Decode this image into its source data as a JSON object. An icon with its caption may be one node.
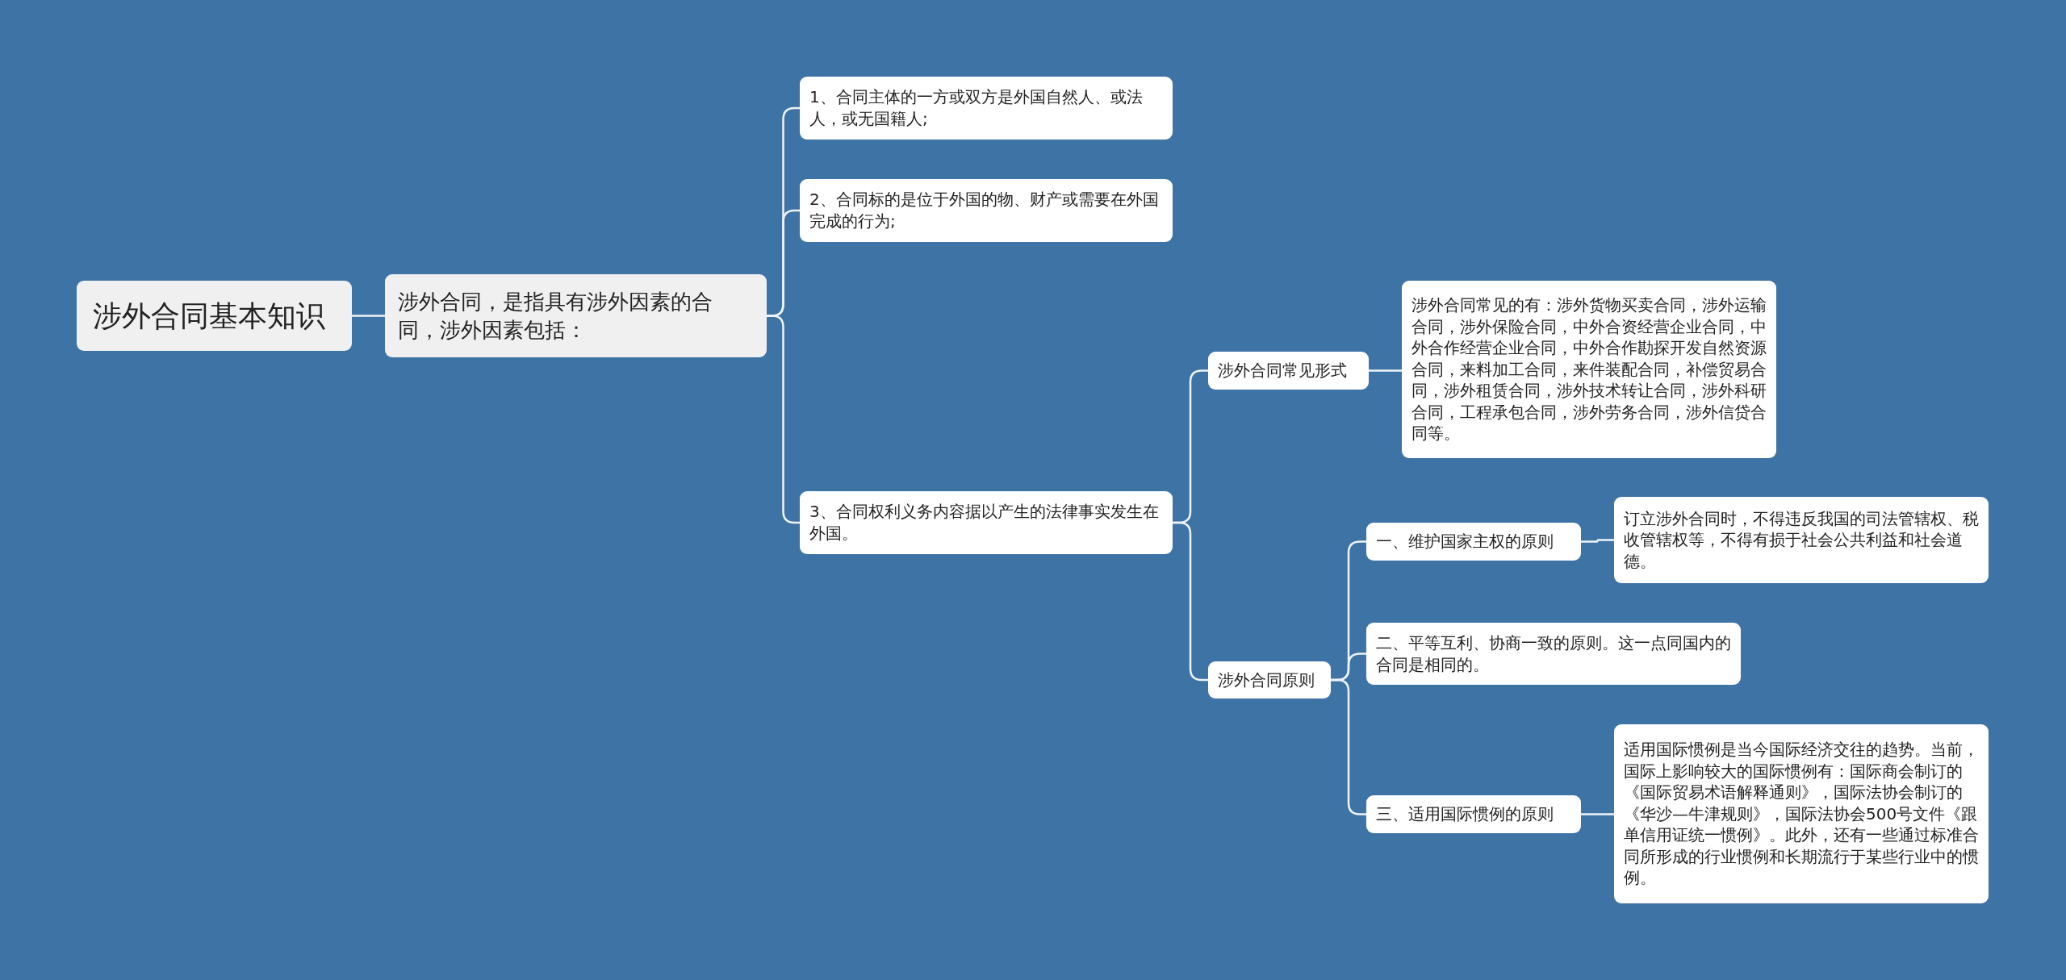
{
  "diagram": {
    "nodes": [
      {
        "text": [
          "涉外合同基本知识"
        ]
      },
      {
        "text": [
          "涉外合同，是指具有涉外因素的合同，涉外因素包括："
        ]
      },
      {
        "text": [
          "1、合同主体的一方或双方是外国自然人、或法人，或无国籍人;"
        ]
      },
      {
        "text": [
          "2、合同标的是位于外国的物、财产或需要在外国完成的行为;"
        ]
      },
      {
        "text": [
          "3、合同权利义务内容据以产生的法律事实发生在外国。"
        ]
      },
      {
        "text": [
          "涉外合同常见形式"
        ]
      },
      {
        "text": [
          "涉外合同常见的有：涉外货物买卖合同，涉外运输合同，涉外保险合同，中外合资经营企业合同，中外合作经营企业合同，中外合作勘探开发自然资源合同，来料加工合同，来件装配合同，补偿贸易合同，涉外租赁合同，涉外技术转让合同，涉外科研合同，工程承包合同，涉外劳务合同，涉外信贷合同等。"
        ]
      },
      {
        "text": [
          "涉外合同原则"
        ]
      },
      {
        "text": [
          "一、维护国家主权的原则"
        ]
      },
      {
        "text": [
          "订立涉外合同时，不得违反我国的司法管辖权、税收管辖权等，不得有损于社会公共利益和社会道德。"
        ]
      },
      {
        "text": [
          "二、平等互利、协商一致的原则。这一点同国内的合同是相同的。"
        ]
      },
      {
        "text": [
          "三、适用国际惯例的原则"
        ]
      },
      {
        "text": [
          "适用国际惯例是当今国际经济交往的趋势。当前，国际上影响较大的国际惯例有：国际商会制订的《国际贸易术语解释通则》，国际法协会制订的《华沙—牛津规则》，国际法协会500号文件《跟单信用证统一惯例》。此外，还有一些通过标准合同所形成的行业惯例和长期流行于某些行业中的惯例。"
        ]
      }
    ],
    "edges": [
      {
        "from": 0,
        "to": 1,
        "arrow": "none"
      },
      {
        "from": 1,
        "to": 2,
        "arrow": "none"
      },
      {
        "from": 1,
        "to": 3,
        "arrow": "none"
      },
      {
        "from": 1,
        "to": 4,
        "arrow": "none"
      },
      {
        "from": 4,
        "to": 5,
        "arrow": "none"
      },
      {
        "from": 4,
        "to": 7,
        "arrow": "none"
      },
      {
        "from": 5,
        "to": 6,
        "arrow": "none"
      },
      {
        "from": 7,
        "to": 8,
        "arrow": "none"
      },
      {
        "from": 7,
        "to": 10,
        "arrow": "none"
      },
      {
        "from": 7,
        "to": 11,
        "arrow": "none"
      },
      {
        "from": 8,
        "to": 9,
        "arrow": "none"
      },
      {
        "from": 11,
        "to": 12,
        "arrow": "none"
      }
    ]
  }
}
